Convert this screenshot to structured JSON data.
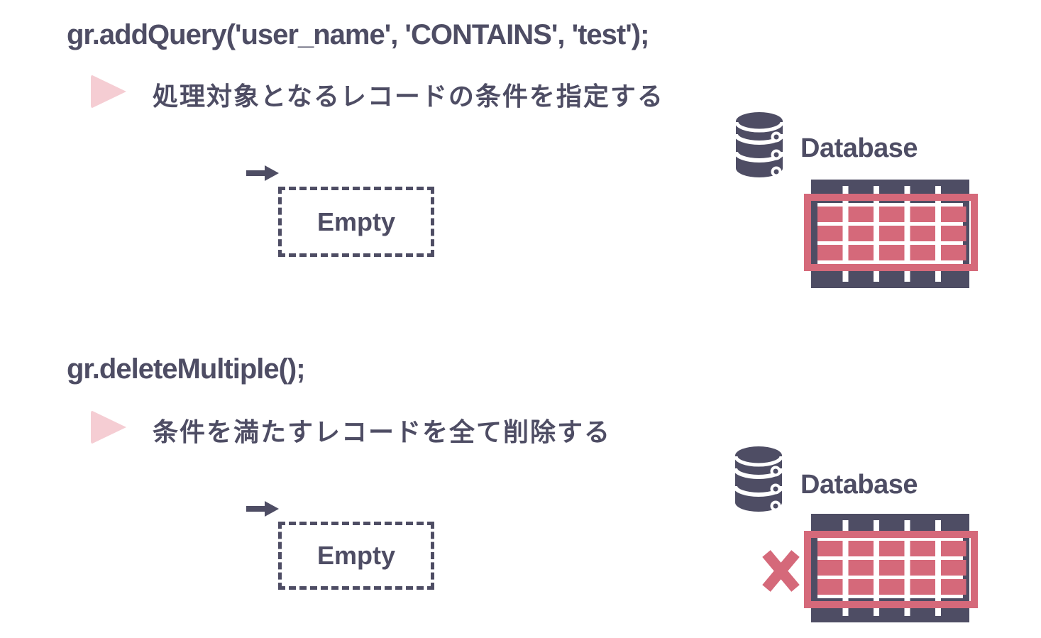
{
  "colors": {
    "ink": "#4e4d64",
    "red": "#d5697a",
    "pink": "#f5cdd3",
    "bg": "#ffffff"
  },
  "sections": [
    {
      "code": "gr.addQuery('user_name', 'CONTAINS', 'test');",
      "description": "処理対象となるレコードの条件を指定する",
      "empty_label": "Empty",
      "database_label": "Database",
      "table": {
        "columns": 5,
        "data_rows": 3,
        "header_row": true,
        "footer_row": true,
        "highlight_outline": true,
        "crossed_out": false
      }
    },
    {
      "code": "gr.deleteMultiple();",
      "description": "条件を満たすレコードを全て削除する",
      "empty_label": "Empty",
      "database_label": "Database",
      "table": {
        "columns": 5,
        "data_rows": 3,
        "header_row": true,
        "footer_row": true,
        "highlight_outline": true,
        "crossed_out": true
      }
    }
  ]
}
